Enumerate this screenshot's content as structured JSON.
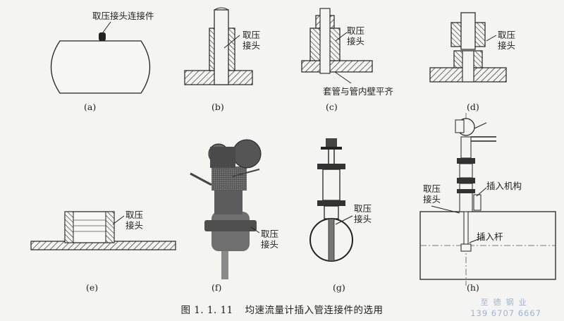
{
  "labels": {
    "a_top": "取压接头连接件",
    "b": "取压\n接头",
    "c": "取压\n接头",
    "c_note": "套管与管内壁平齐",
    "d": "取压\n接头",
    "e": "取压\n接头",
    "f": "取压\n接头",
    "g": "取压\n接头",
    "h_tap": "取压\n接头",
    "h_mech": "插入机构",
    "h_rod": "插入杆"
  },
  "subfigures": [
    "(a)",
    "(b)",
    "(c)",
    "(d)",
    "(e)",
    "(f)",
    "(g)",
    "(h)"
  ],
  "caption": {
    "number": "图 1. 1. 11",
    "title": "均速流量计插入管连接件的选用"
  },
  "watermark": {
    "name": "至德钢业",
    "phone": "139 6707 6667"
  }
}
